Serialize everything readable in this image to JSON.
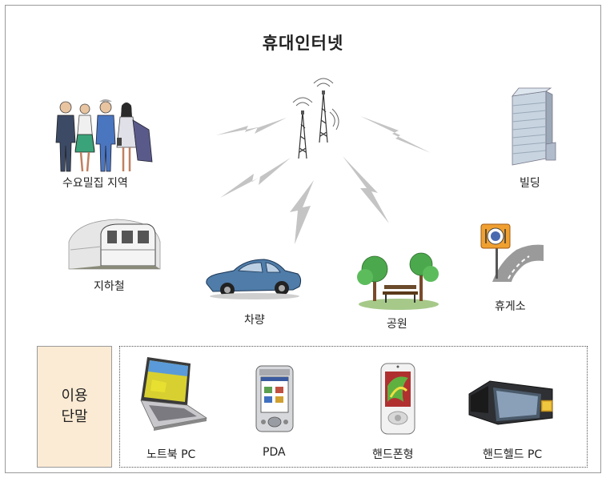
{
  "title": "휴대인터넷",
  "places": {
    "crowd": "수요밀집 지역",
    "building": "빌딩",
    "subway": "지하철",
    "car": "차량",
    "park": "공원",
    "rest_area": "휴게소"
  },
  "terminal_label": {
    "line1": "이용",
    "line2": "단말"
  },
  "devices": {
    "notebook": "노트북 PC",
    "pda": "PDA",
    "phone": "핸드폰형",
    "handheld": "핸드헬드 PC"
  },
  "icons": [
    "tower-icon",
    "people-icon",
    "building-icon",
    "subway-icon",
    "car-icon",
    "park-icon",
    "rest-area-sign-icon",
    "laptop-icon",
    "pda-icon",
    "phone-icon",
    "handheld-pc-icon",
    "signal-bolt-icon"
  ]
}
